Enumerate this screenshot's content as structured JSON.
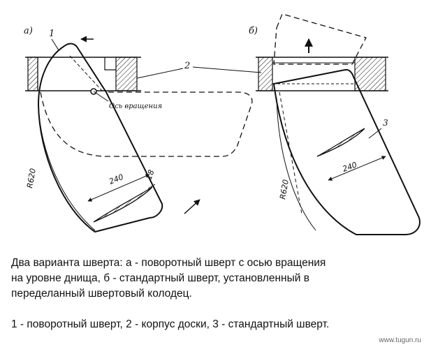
{
  "diagram": {
    "label_a": "а)",
    "label_b": "б)",
    "num_1": "1",
    "num_2": "2",
    "num_3": "3",
    "axis_label": "Ось вращения",
    "dim_a_radius": "R620",
    "dim_a_width": "240",
    "dim_a_thickness": "18",
    "dim_b_radius": "R620",
    "dim_b_width": "240"
  },
  "caption": {
    "line1": "Два варианта шверта:  а - поворотный шверт с осью вращения",
    "line2": "на уровне днища,  б - стандартный шверт, установленный в",
    "line3": "переделанный швертовый колодец.",
    "legend": "1 - поворотный шверт,  2 - корпус доски,  3 - стандартный шверт."
  },
  "watermark": "www.tugun.ru"
}
